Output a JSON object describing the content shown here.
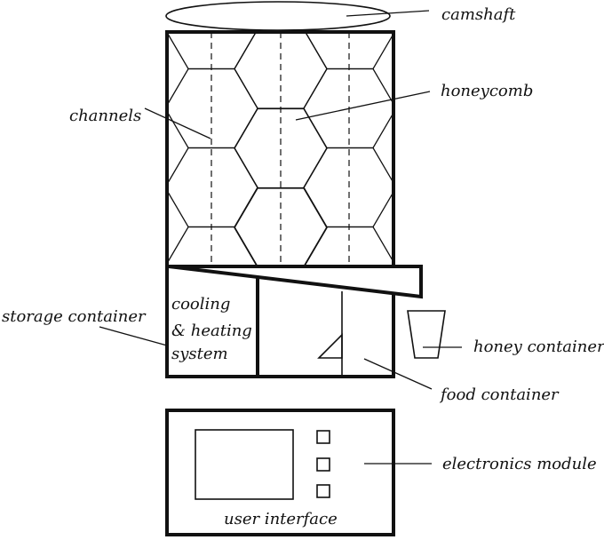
{
  "labels": {
    "camshaft": "camshaft",
    "honeycomb": "honeycomb",
    "channels": "channels",
    "storage_container": "storage container",
    "cooling_line1": "cooling",
    "cooling_line2": "& heating",
    "cooling_line3": "system",
    "honey_container": "honey container",
    "food_container": "food container",
    "electronics_module": "electronics module",
    "user_interface": "user interface"
  },
  "colors": {
    "stroke": "#111111",
    "background": "#ffffff"
  }
}
